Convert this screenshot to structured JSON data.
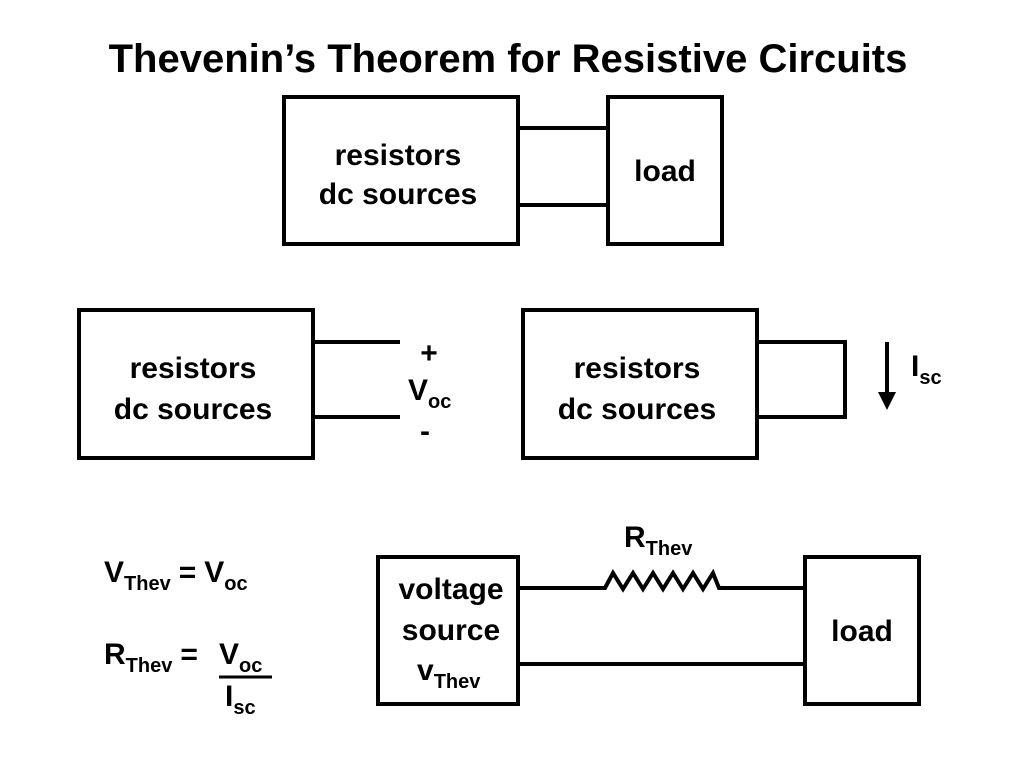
{
  "title": "Thevenin’s Theorem for Resistive Circuits",
  "top": {
    "source_line1": "resistors",
    "source_line2": "dc sources",
    "load": "load"
  },
  "open_circuit": {
    "source_line1": "resistors",
    "source_line2": "dc sources",
    "plus": "+",
    "v": "V",
    "v_sub": "oc",
    "minus": "-"
  },
  "short_circuit": {
    "source_line1": "resistors",
    "source_line2": "dc sources",
    "i": "I",
    "i_sub": "sc"
  },
  "equivalent": {
    "source_line1": "voltage",
    "source_line2": "source",
    "v": "v",
    "v_sub": "Thev",
    "r": "R",
    "r_sub": "Thev",
    "load": "load"
  },
  "equations": {
    "eq1": {
      "v": "V",
      "v_sub": "Thev",
      "eq": "=",
      "rhs": "V",
      "rhs_sub": "oc"
    },
    "eq2": {
      "r": "R",
      "r_sub": "Thev",
      "eq": "=",
      "num": "V",
      "num_sub": "oc",
      "den": "I",
      "den_sub": "sc"
    }
  },
  "colors": {
    "ink": "#000000",
    "background": "#ffffff"
  }
}
